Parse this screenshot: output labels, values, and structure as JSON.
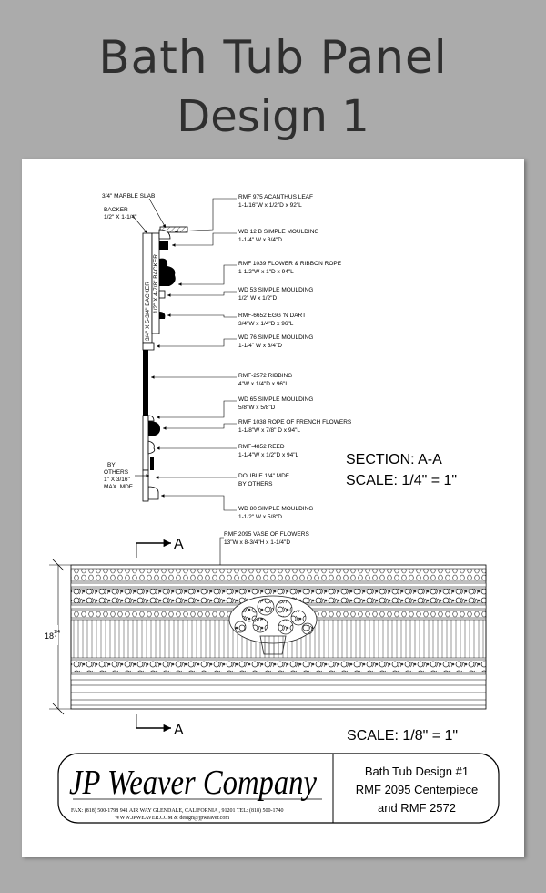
{
  "title": {
    "line1": "Bath Tub Panel",
    "line2": "Design 1"
  },
  "section": {
    "left_labels": {
      "marble": "3/4\" MARBLE SLAB",
      "backer_1": "BACKER",
      "backer_2": "1/2\" X 1-1/4\"",
      "vert_backer_1": "3/4\" X 5-3/4\" BACKER",
      "vert_backer_2": "1/2\" X 4-7/8\" BACKER",
      "by_others_1": "BY",
      "by_others_2": "OTHERS",
      "by_others_3": "1\" X 3/16\"",
      "by_others_4": "MAX. MDF"
    },
    "callouts": [
      {
        "l1": "RMF 975 ACANTHUS LEAF",
        "l2": "1-1/16\"W x 1/2\"D x 92\"L"
      },
      {
        "l1": "WD 12 B SIMPLE MOULDING",
        "l2": "1-1/4\" W x 3/4\"D"
      },
      {
        "l1": "RMF 1039 FLOWER & RIBBON ROPE",
        "l2": "1-1/2\"W x 1\"D x 94\"L"
      },
      {
        "l1": "WD 53 SIMPLE MOULDING",
        "l2": "1/2\" W x 1/2\"D"
      },
      {
        "l1": "RMF-6652 EGG 'N DART",
        "l2": "3/4\"W x 1/4\"D x 96\"L"
      },
      {
        "l1": "WD 76 SIMPLE MOULDING",
        "l2": "1-1/4\" W x 3/4\"D"
      },
      {
        "l1": "RMF-2572 RIBBING",
        "l2": "4\"W x 1/4\"D x 96\"L"
      },
      {
        "l1": "WD 65 SIMPLE MOULDING",
        "l2": "5/8\"W x 5/8\"D"
      },
      {
        "l1": "RMF 1038 ROPE OF FRENCH FLOWERS",
        "l2": "1-1/8\"W x 7/8\" D x 94\"L"
      },
      {
        "l1": "RMF-4852 REED",
        "l2": "1-1/4\"W x 1/2\"D x 94\"L"
      },
      {
        "l1": "DOUBLE 1/4\" MDF",
        "l2": "BY OTHERS"
      },
      {
        "l1": "WD 80 SIMPLE MOULDING",
        "l2": "1-1/2\" W x 5/8\"D"
      }
    ],
    "section_title": "SECTION: A-A",
    "section_scale": "SCALE: 1/4\" = 1\""
  },
  "elevation": {
    "vase_label_1": "RMF 2095 VASE OF FLOWERS",
    "vase_label_2": "13\"W x 8-3/4\"H x 1-1/4\"D",
    "marker_top": "A",
    "marker_bottom": "A",
    "dimension_whole": "18",
    "dimension_frac": "1/4",
    "dimension_unit": "\"",
    "scale": "SCALE: 1/8\" = 1\""
  },
  "title_block": {
    "company": "JP Weaver Company",
    "address": "FAX: (818) 500-1798    941 AIR WAY GLENDALE, CALIFORNIA , 91201    TEL: (818) 500-1740",
    "web": "WWW.JPWEAVER.COM  & design@jpweaver.com",
    "line1": "Bath Tub Design #1",
    "line2": "RMF 2095 Centerpiece",
    "line3": "and RMF 2572"
  }
}
